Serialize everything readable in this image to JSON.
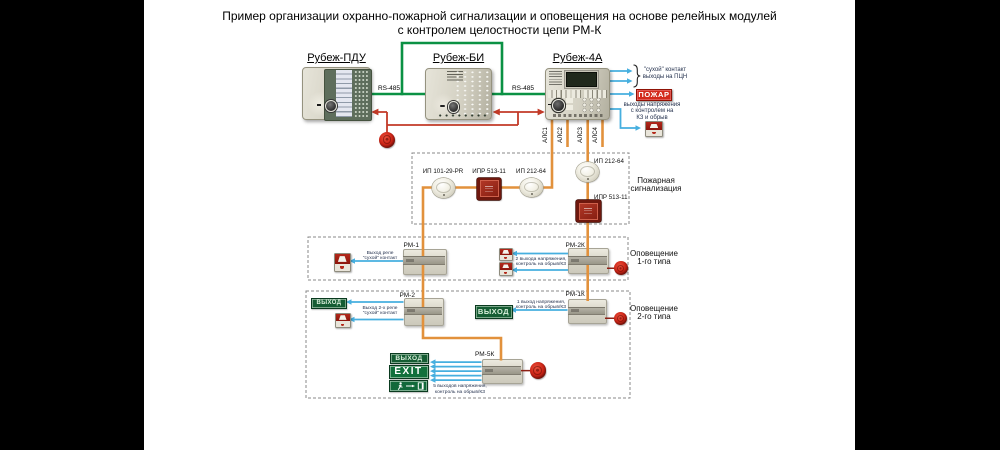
{
  "title": {
    "line1": "Пример организации охранно-пожарной сигнализации и оповещения на основе релейных модулей",
    "line2": "с контролем целостности цепи РМ-К"
  },
  "devices": {
    "pdu": "Рубеж-ПДУ",
    "bi": "Рубеж-БИ",
    "panel4a": "Рубеж-4А"
  },
  "bus": {
    "rs485_left": "RS-485",
    "rs485_right": "RS-485"
  },
  "als": {
    "l1": "АЛС1",
    "l2": "АЛС2",
    "l3": "АЛС3",
    "l4": "АЛС4"
  },
  "outputs": {
    "pcn1": "\"сухой\" контакт",
    "pcn2": "выходы на ПЦН",
    "fire_badge": "ПОЖАР",
    "volt1": "выходы напряжения",
    "volt2": "с контролем на",
    "volt3": "КЗ и обрыв"
  },
  "fire_zone": {
    "name1": "Пожарная",
    "name2": "сигнализация",
    "chain_a": {
      "d1": "ИП 101-29-PR",
      "d2": "ИПР 513-11",
      "d3": "ИП 212-64"
    },
    "chain_b": {
      "d1": "ИП 212-64",
      "d2": "ИПР 513-11"
    }
  },
  "notify1": {
    "name1": "Оповещение",
    "name2": "1-го типа",
    "rm1": {
      "name": "РМ-1",
      "note1": "Выход реле",
      "note2": "\"сухой\" контакт"
    },
    "rm2k": {
      "name": "РМ-2К",
      "note1": "2 выхода напряжения,",
      "note2": "контроль на обрыв/КЗ"
    }
  },
  "notify2": {
    "name1": "Оповещение",
    "name2": "2-го типа",
    "rm2": {
      "name": "РМ-2",
      "note1": "Выход 2-х реле",
      "note2": "\"сухой\" контакт"
    },
    "rm1k": {
      "name": "РМ-1К",
      "note1": "1 выход напряжения,",
      "note2": "контроль на обрыв/КЗ"
    },
    "rm5k": {
      "name": "РМ-5К",
      "note1": "5 выходов напряжения,",
      "note2": "контроль на обрыв/КЗ"
    },
    "signs": {
      "vyhod_rm2": "ВЫХОД",
      "vyhod_rm1k": "ВЫХОД",
      "vyhod_rm5k": "ВЫХОД",
      "exit": "EXIT"
    }
  },
  "colors": {
    "background": "#000000",
    "paper": "#ffffff",
    "wire_rs485_green": "#0b9144",
    "wire_link_red": "#c23a28",
    "wire_alarm_loop_orange": "#e2913c",
    "wire_output_blue": "#46afdf",
    "alarm_red": "#d3291b",
    "sign_green": "#155c33"
  }
}
